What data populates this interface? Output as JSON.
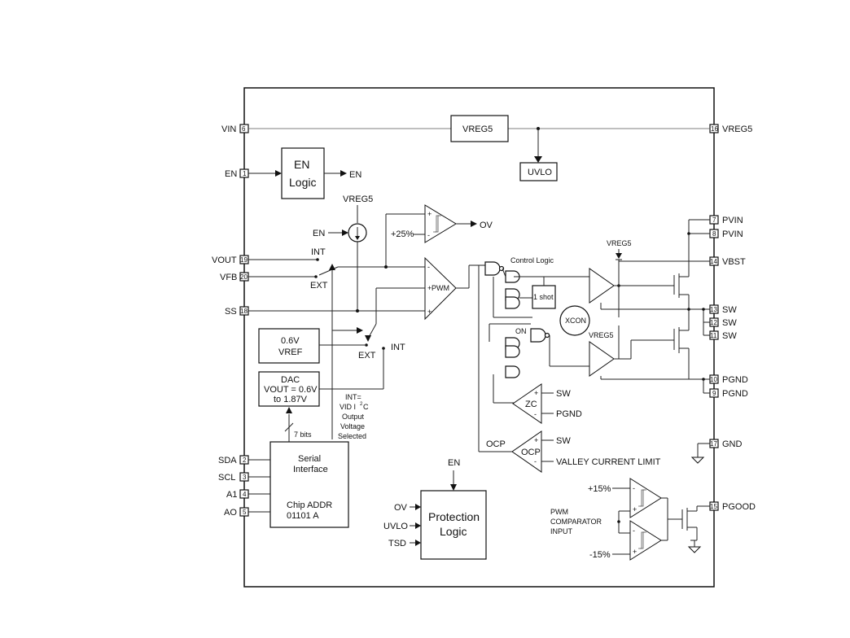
{
  "pins": {
    "vin": {
      "label": "VIN",
      "num": "6"
    },
    "en": {
      "label": "EN",
      "num": "1"
    },
    "vout": {
      "label": "VOUT",
      "num": "19"
    },
    "vfb": {
      "label": "VFB",
      "num": "20"
    },
    "ss": {
      "label": "SS",
      "num": "18"
    },
    "sda": {
      "label": "SDA",
      "num": "2"
    },
    "scl": {
      "label": "SCL",
      "num": "3"
    },
    "a1": {
      "label": "A1",
      "num": "4"
    },
    "ao": {
      "label": "AO",
      "num": "5"
    },
    "vreg5": {
      "label": "VREG5",
      "num": "16"
    },
    "pvin7": {
      "label": "PVIN",
      "num": "7"
    },
    "pvin8": {
      "label": "PVIN",
      "num": "8"
    },
    "vbst": {
      "label": "VBST",
      "num": "14"
    },
    "sw13": {
      "label": "SW",
      "num": "13"
    },
    "sw12": {
      "label": "SW",
      "num": "12"
    },
    "sw11": {
      "label": "SW",
      "num": "11"
    },
    "pgnd10": {
      "label": "PGND",
      "num": "10"
    },
    "pgnd9": {
      "label": "PGND",
      "num": "9"
    },
    "gnd": {
      "label": "GND",
      "num": "17"
    },
    "pgood": {
      "label": "PGOOD",
      "num": "15"
    }
  },
  "blocks": {
    "vreg5": "VREG5",
    "uvlo": "UVLO",
    "en_logic_1": "EN",
    "en_logic_2": "Logic",
    "vref_1": "0.6V",
    "vref_2": "VREF",
    "dac_1": "DAC",
    "dac_2": "VOUT = 0.6V",
    "dac_3": "to 1.87V",
    "serial_1": "Serial",
    "serial_2": "Interface",
    "chip_addr_1": "Chip ADDR",
    "chip_addr_2": "01101 A",
    "protection_1": "Protection",
    "protection_2": "Logic",
    "one_shot": "1 shot",
    "xcon": "XCON",
    "zc": "ZC",
    "ocp": "OCP"
  },
  "labels": {
    "en_out": "EN",
    "vreg5_top": "VREG5",
    "en_src": "EN",
    "plus25": "+25%",
    "ov_out": "OV",
    "int_top": "INT",
    "ext_top": "EXT",
    "pwm": "PWM",
    "ext_bot": "EXT",
    "int_bot": "INT",
    "int_note_1": "INT=",
    "int_note_2": "VID I",
    "int_note_2_sup": "2",
    "int_note_2_tail": "C",
    "int_note_3": "Output",
    "int_note_4": "Voltage",
    "int_note_5": "Selected",
    "seven_bits": "7 bits",
    "control_logic": "Control Logic",
    "vreg5_hs": "VREG5",
    "vreg5_ls": "VREG5",
    "on": "ON",
    "zc_sw": "SW",
    "zc_pgnd": "PGND",
    "ocp_left": "OCP",
    "ocp_sw": "SW",
    "valley": "VALLEY CURRENT LIMIT",
    "prot_en": "EN",
    "prot_ov": "OV",
    "prot_uvlo": "UVLO",
    "prot_tsd": "TSD",
    "plus15": "+15%",
    "minus15": "-15%",
    "pwm_cmp_1": "PWM",
    "pwm_cmp_2": "COMPARATOR",
    "pwm_cmp_3": "INPUT",
    "plus_sign": "+",
    "minus_sign": "-"
  }
}
